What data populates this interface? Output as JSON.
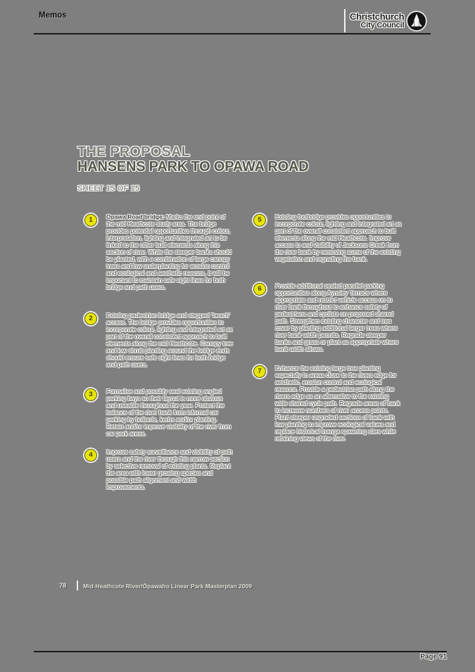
{
  "header": {
    "memos_label": "Memos",
    "logo": {
      "line1": "Christchurch",
      "line2": "City Council",
      "emblem_icon": "cathedral-circle-icon"
    }
  },
  "title_block": {
    "line1": "THE PROPOSAL",
    "line2": "HANSENS PARK TO OPAWA ROAD",
    "sheet_label": "SHEET 15 OF 15"
  },
  "items_left": [
    {
      "num": "1",
      "lead": "Opawa Road bridge:",
      "text": " Marks the end point of the mid Heathcote study area. The bridge provides potential opportunities through colour, interpretation, lighting and integrated art to be linked to the other built elements along this section of river. While the steeper banks should be planted, with a combination of large canopy trees and low underplanting for erosion control and ecological and aesthetic reasons, it will be important to maintain safe sight lines for both bridge and path users."
    },
    {
      "num": "2",
      "text": "Existing pedestrian bridge and stepped 'beach' access. The bridge provides opportunities to incorporate colour, lighting and integrated art as part of the overall consistent approach to built elements along the mid Heathcote. Canopy tree and low shrub planting around the bridge ends should ensure safe sight lines for both bridge and path users."
    },
    {
      "num": "3",
      "text": "Formalise and possibly seal existing angled parking bays so their layout is more obvious and useable throughout the year. Protect the balance of the river bank from informal car parking by bollards, kerbs and/or planting. Retain and/or improve visibility of the river from car park areas."
    },
    {
      "num": "4",
      "text": "Improve safety surveillance and visibility of path users and the river through this narrow section by selective removal of existing plants. Replant the area with lower growing species and possible path alignment and width improvements."
    }
  ],
  "items_right": [
    {
      "num": "5",
      "text": "Existing footbridge provides opportunities to incorporate colour, lighting and integrated art as part of the overall consistent approach to built elements along the mid Heathcote. Improve access to and visibility of Jacksons Creek from the river bank by removing some of the existing vegetation and regrading the bank."
    },
    {
      "num": "6",
      "text": "Provide additional sealed parallel parking opportunities along Aynsley Terrace where appropriate and restrict vehicle access on to river bank throughout to enhance safety of pedestrians and cyclists on proposed shared path. Strengthen existing character and tree cover by planting additional larger trees where river bank width permits. Regrade steeper banks and grass or plant as appropriate where bank width allows."
    },
    {
      "num": "7",
      "text": "Enhance the existing large tree planting especially in areas close to the rivers edge for aesthetic, erosion control and ecological reasons. Provide a pedestrian path along the rivers edge as an alternative to the existing wide shared cycle path. Regrade areas of bank to increase numbers of river access points. Plant steeper ungraded sections of bank with low planting to improve ecological values and replace historical inanga spawning sites while retaining views of the river."
    }
  ],
  "footer": {
    "report_page_number": "78",
    "source_title": "Mid-Heathcote River/Ōpawaho Linear Park Masterplan 2009",
    "page_label": "Page 91"
  },
  "colors": {
    "page_background": "#7f7f7f",
    "badge_yellow": "#e8e40c",
    "body_text": "#4a4a42",
    "title_dark": "#575749"
  }
}
